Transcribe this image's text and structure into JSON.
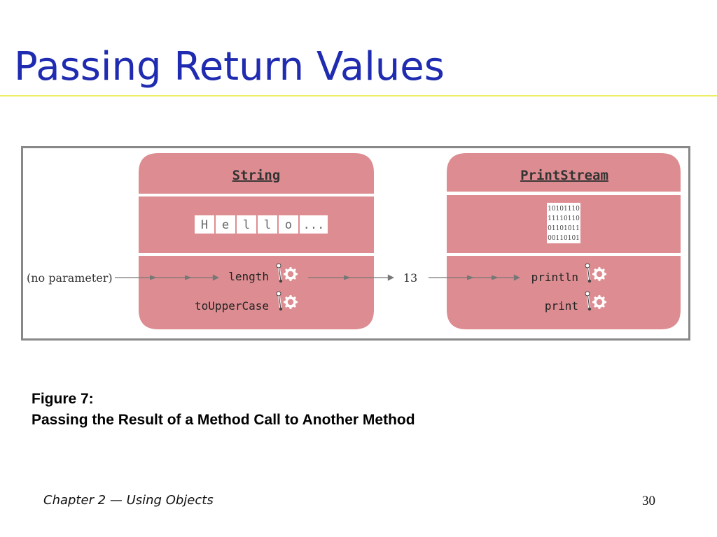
{
  "slide": {
    "title": "Passing Return Values",
    "caption_label": "Figure 7:",
    "caption_text": "Passing the Result of a Method Call to Another Method",
    "footer_chapter": "Chapter 2 — Using Objects",
    "page_number": "30"
  },
  "diagram": {
    "string_object": {
      "title": "String",
      "chars": [
        "H",
        "e",
        "l",
        "l",
        "o",
        "..."
      ],
      "methods": [
        "length",
        "toUpperCase"
      ]
    },
    "printstream_object": {
      "title": "PrintStream",
      "bit_rows": [
        "10101110",
        "11110110",
        "01101011",
        "00110101"
      ],
      "methods": [
        "println",
        "print"
      ]
    },
    "input_label": "(no parameter)",
    "return_value": "13"
  },
  "colors": {
    "title_blue": "#1f2bb0",
    "rule_yellow": "#eeee66",
    "object_pink": "#dd8d91",
    "frame_gray": "#888888",
    "arrow_gray": "#777777"
  },
  "icons": {
    "method_icon": "gear-icon"
  }
}
